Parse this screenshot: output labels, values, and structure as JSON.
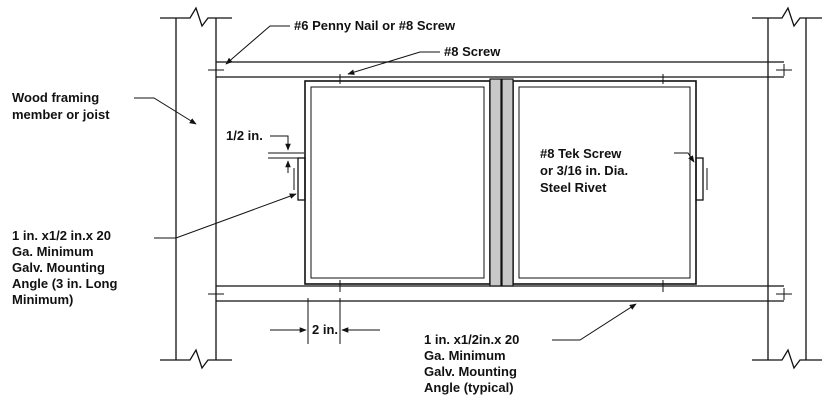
{
  "labels": {
    "nail_or_screw": "#6 Penny Nail or #8 Screw",
    "screw_8": "#8 Screw",
    "wood_framing": [
      "Wood framing",
      "member or joist"
    ],
    "half_inch": "1/2 in.",
    "tek_screw": [
      "#8 Tek Screw",
      "or 3/16 in. Dia.",
      "Steel Rivet"
    ],
    "angle_left": [
      "1 in. x1/2 in.x 20",
      "Ga. Minimum",
      "Galv. Mounting",
      "Angle (3 in. Long",
      "Minimum)"
    ],
    "two_inch": "2 in.",
    "angle_bottom": [
      "1 in. x1/2in.x 20",
      "Ga. Minimum",
      "Galv. Mounting",
      "Angle (typical)"
    ]
  },
  "colors": {
    "line": "#111111",
    "mullion_fill": "#c8c8c8",
    "background": "#ffffff"
  }
}
